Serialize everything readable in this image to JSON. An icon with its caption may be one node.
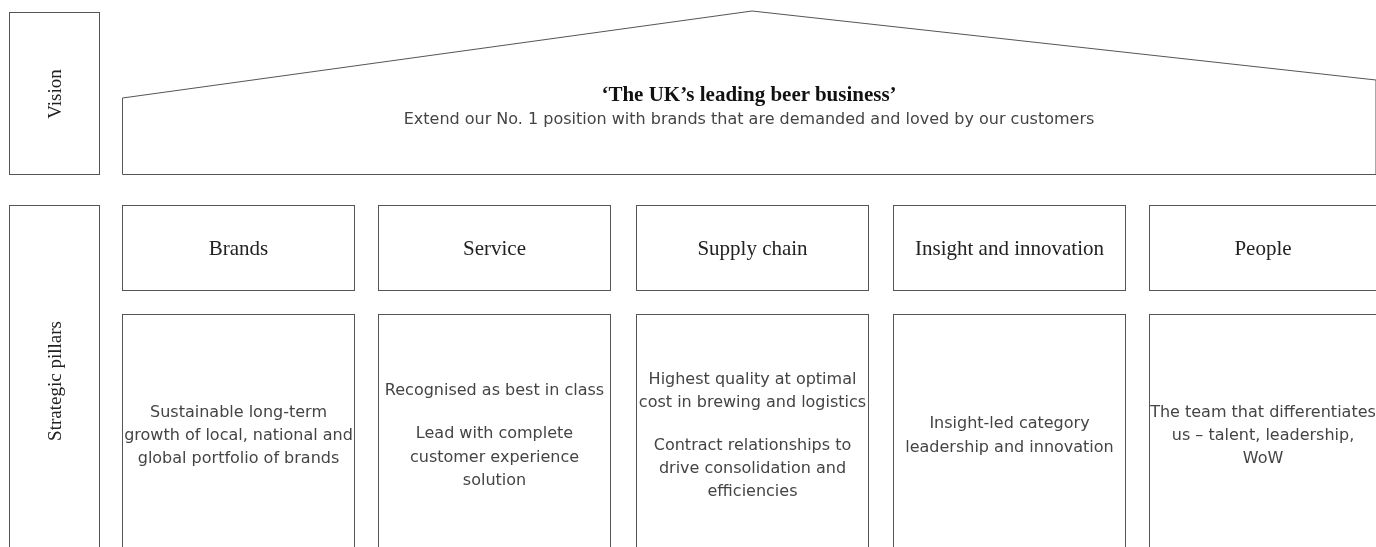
{
  "diagram": {
    "nodes": [
      {
        "text": [
          "Vision"
        ]
      },
      {
        "text": [
          "‘The UK’s leading beer business’",
          "Extend our No. 1 position with brands that are demanded and loved by our customers"
        ]
      },
      {
        "text": [
          "Strategic pillars"
        ]
      },
      {
        "text": [
          "Brands"
        ]
      },
      {
        "text": [
          "Service"
        ]
      },
      {
        "text": [
          "Supply chain"
        ]
      },
      {
        "text": [
          "Insight and innovation"
        ]
      },
      {
        "text": [
          "People"
        ]
      },
      {
        "text": [
          "Sustainable long-term growth of local, national and global portfolio of brands"
        ]
      },
      {
        "text": [
          "Recognised as best in class",
          "Lead with complete customer experience solution"
        ]
      },
      {
        "text": [
          "Highest quality at optimal cost in brewing and logistics",
          "Contract relationships to drive consolidation and efficiencies"
        ]
      },
      {
        "text": [
          "Insight-led category leadership and innovation"
        ]
      },
      {
        "text": [
          "The team that differentiates us – talent, leadership, WoW"
        ]
      }
    ]
  }
}
